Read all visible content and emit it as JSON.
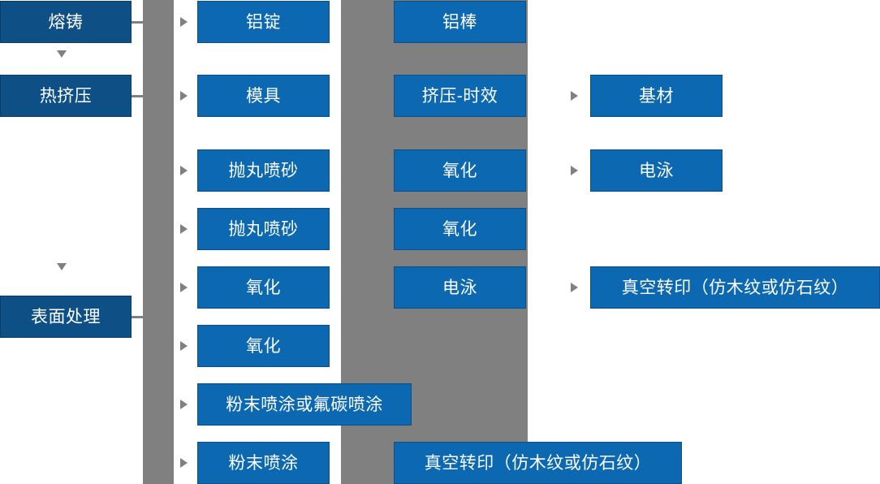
{
  "diagram": {
    "type": "process-flow",
    "colors": {
      "node_fill": "#0B68B1",
      "node_fill_dark": "#0E5086",
      "connector": "#808080",
      "text": "#FFFFFF",
      "background": "#FFFFFF"
    },
    "stage_nodes": [
      {
        "id": "stage-0",
        "label": "熔铸"
      },
      {
        "id": "stage-1",
        "label": "热挤压"
      },
      {
        "id": "stage-2",
        "label": "表面处理"
      }
    ],
    "column2_nodes": [
      {
        "id": "c2-0",
        "label": "铝锭"
      },
      {
        "id": "c2-1",
        "label": "模具"
      },
      {
        "id": "c2-2",
        "label": "抛丸喷砂"
      },
      {
        "id": "c2-3",
        "label": "抛丸喷砂"
      },
      {
        "id": "c2-4",
        "label": "氧化"
      },
      {
        "id": "c2-5",
        "label": "氧化"
      },
      {
        "id": "c2-6",
        "label": "粉末喷涂或氟碳喷涂"
      },
      {
        "id": "c2-7",
        "label": "粉末喷涂"
      }
    ],
    "column3_nodes": [
      {
        "id": "c3-0",
        "label": "铝棒"
      },
      {
        "id": "c3-1",
        "label": "挤压-时效"
      },
      {
        "id": "c3-2",
        "label": "氧化"
      },
      {
        "id": "c3-3",
        "label": "氧化"
      },
      {
        "id": "c3-4",
        "label": "电泳"
      },
      {
        "id": "c3-5",
        "label": "真空转印（仿木纹或仿石纹）"
      }
    ],
    "column4_nodes": [
      {
        "id": "c4-0",
        "label": "基材"
      },
      {
        "id": "c4-1",
        "label": "电泳"
      },
      {
        "id": "c4-2",
        "label": "真空转印（仿木纹或仿石纹）"
      }
    ]
  }
}
